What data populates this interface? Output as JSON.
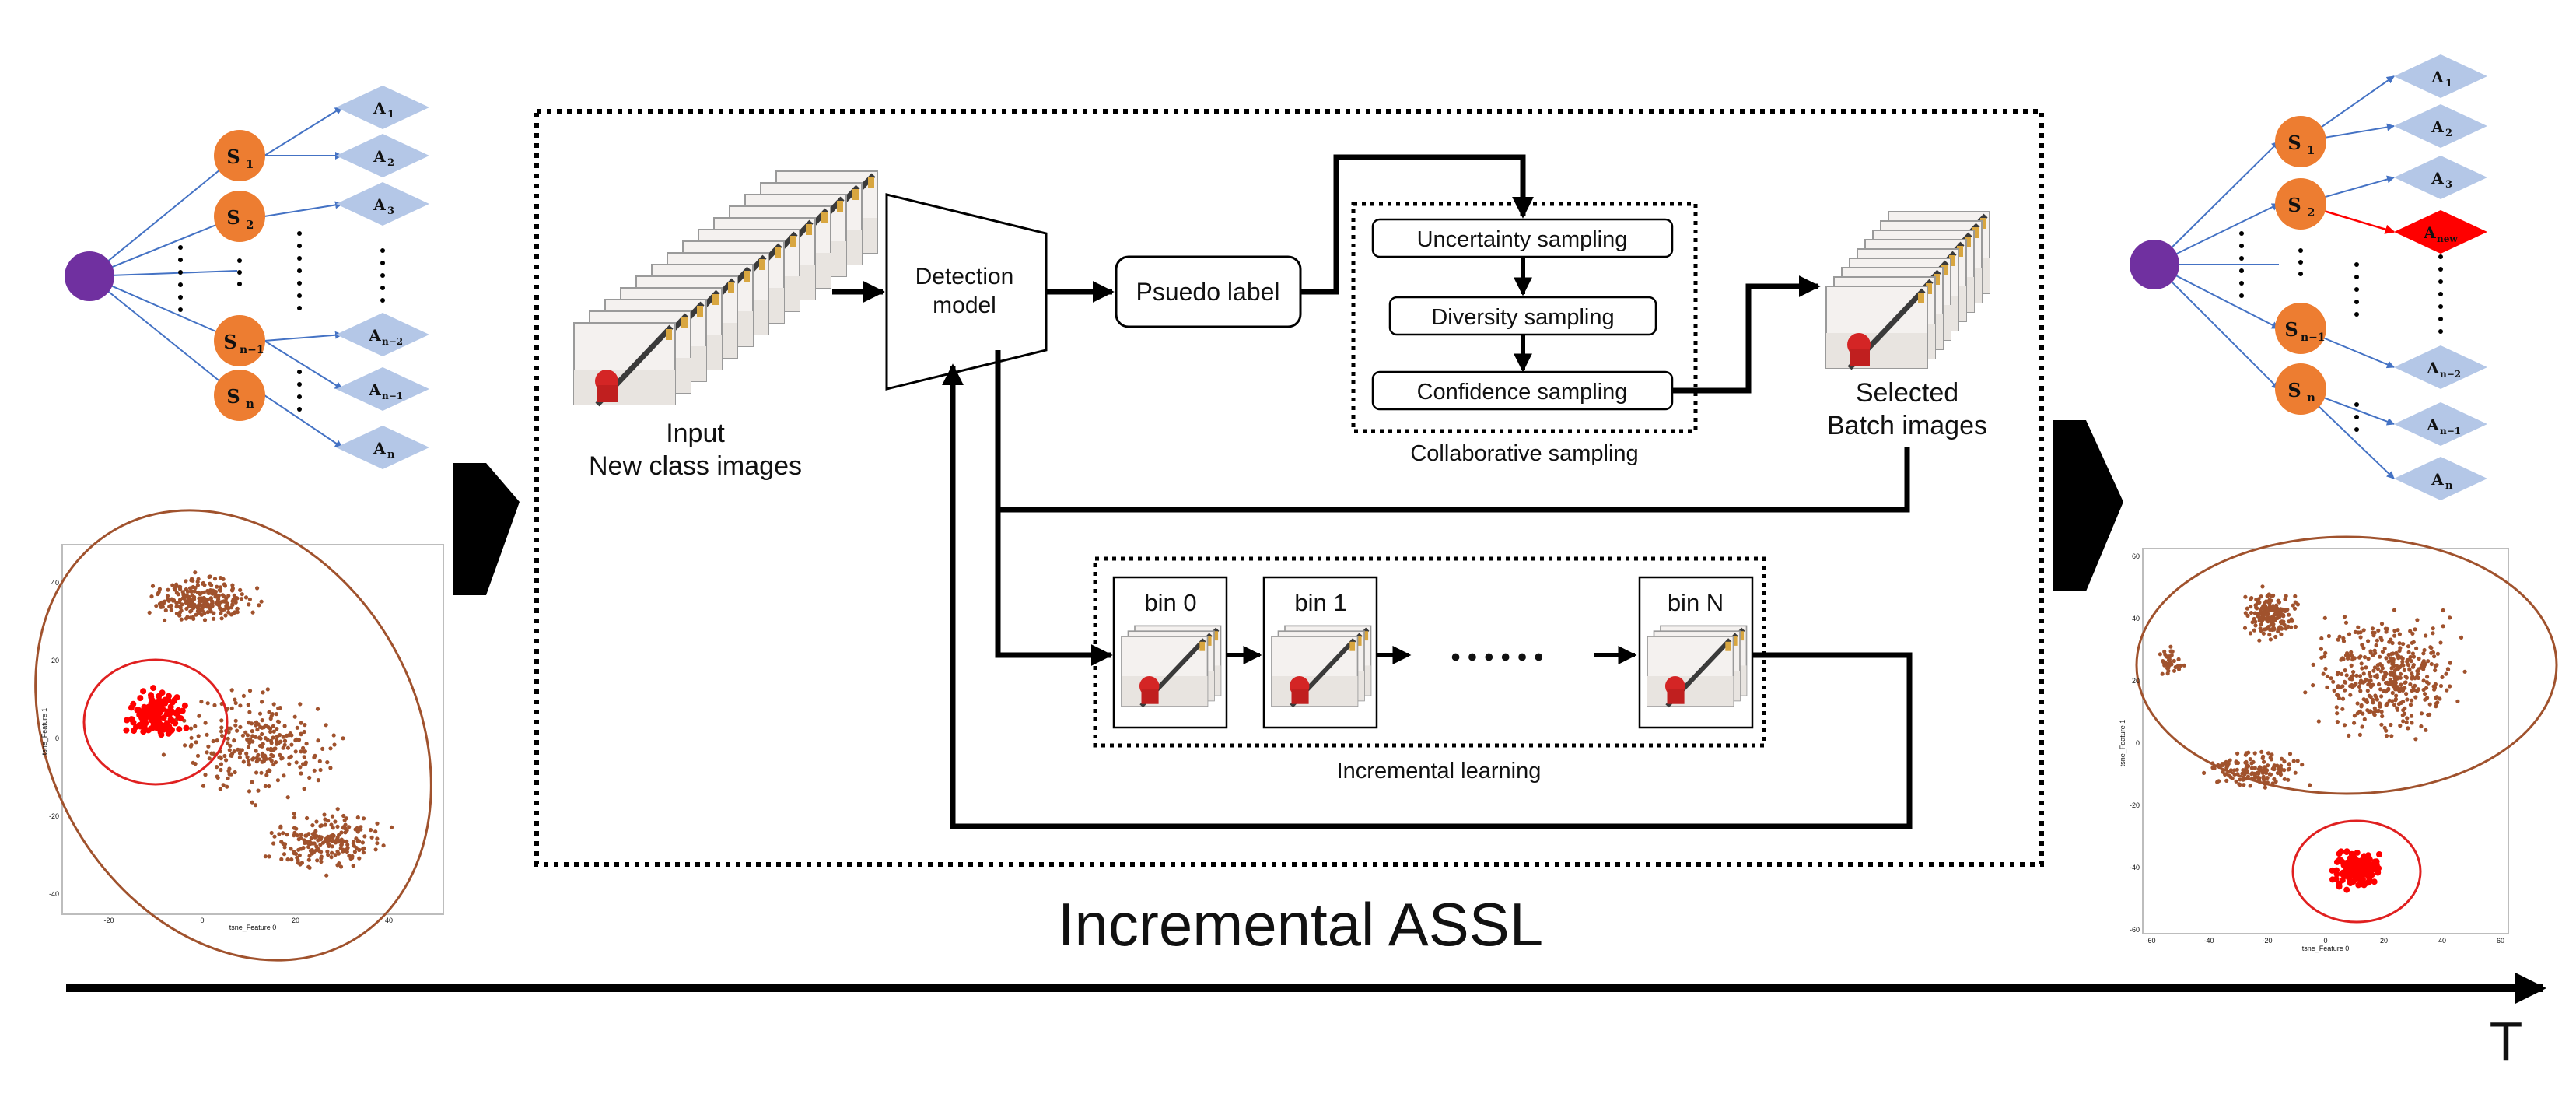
{
  "colors": {
    "accent_orange": "#ED7D31",
    "root_purple": "#7030A0",
    "action_blue": "#B4C7E7",
    "new_action_red": "#FF0000",
    "cluster_brown": "#A0522D",
    "cluster_red": "#FF0000",
    "line": "#000000"
  },
  "main": {
    "title": "Incremental ASSL",
    "time_label": "T",
    "input": {
      "line1": "Input",
      "line2": "New class images"
    },
    "detection": {
      "line1": "Detection",
      "line2": "model"
    },
    "pseudo_label": "Psuedo label",
    "sampling": {
      "uncertainty": "Uncertainty sampling",
      "diversity": "Diversity sampling",
      "confidence": "Confidence sampling",
      "caption": "Collaborative sampling"
    },
    "selected": {
      "line1": "Selected",
      "line2": "Batch images"
    },
    "incremental": {
      "bins": [
        "bin 0",
        "bin 1",
        "bin N"
      ],
      "ellipsis": "• • • • • •",
      "caption": "Incremental learning"
    }
  },
  "left_tree": {
    "states": [
      "S",
      "S",
      "S",
      "S"
    ],
    "state_subs": [
      "1",
      "2",
      "n−1",
      "n"
    ],
    "actions": [
      "A",
      "A",
      "A",
      "A",
      "A",
      "A"
    ],
    "action_subs": [
      "1",
      "2",
      "3",
      "n−2",
      "n−1",
      "n"
    ]
  },
  "right_tree": {
    "states": [
      "S",
      "S",
      "S",
      "S"
    ],
    "state_subs": [
      "1",
      "2",
      "n−1",
      "n"
    ],
    "actions": [
      "A",
      "A",
      "A",
      "A",
      "A",
      "A",
      "A"
    ],
    "action_subs": [
      "1",
      "2",
      "3",
      "new",
      "n−2",
      "n−1",
      "n"
    ]
  },
  "left_scatter": {
    "x_label": "tsne_Feature 0",
    "y_label": "tsne_Feature 1",
    "x_ticks": [
      "-20",
      "0",
      "20",
      "40"
    ],
    "y_ticks": [
      "40",
      "20",
      "0",
      "-20",
      "-40"
    ]
  },
  "right_scatter": {
    "x_label": "tsne_Feature 0",
    "y_label": "tsne_Feature 1",
    "x_ticks": [
      "-60",
      "-40",
      "-20",
      "0",
      "20",
      "40",
      "60"
    ],
    "y_ticks": [
      "60",
      "40",
      "20",
      "0",
      "-20",
      "-40",
      "-60"
    ]
  }
}
